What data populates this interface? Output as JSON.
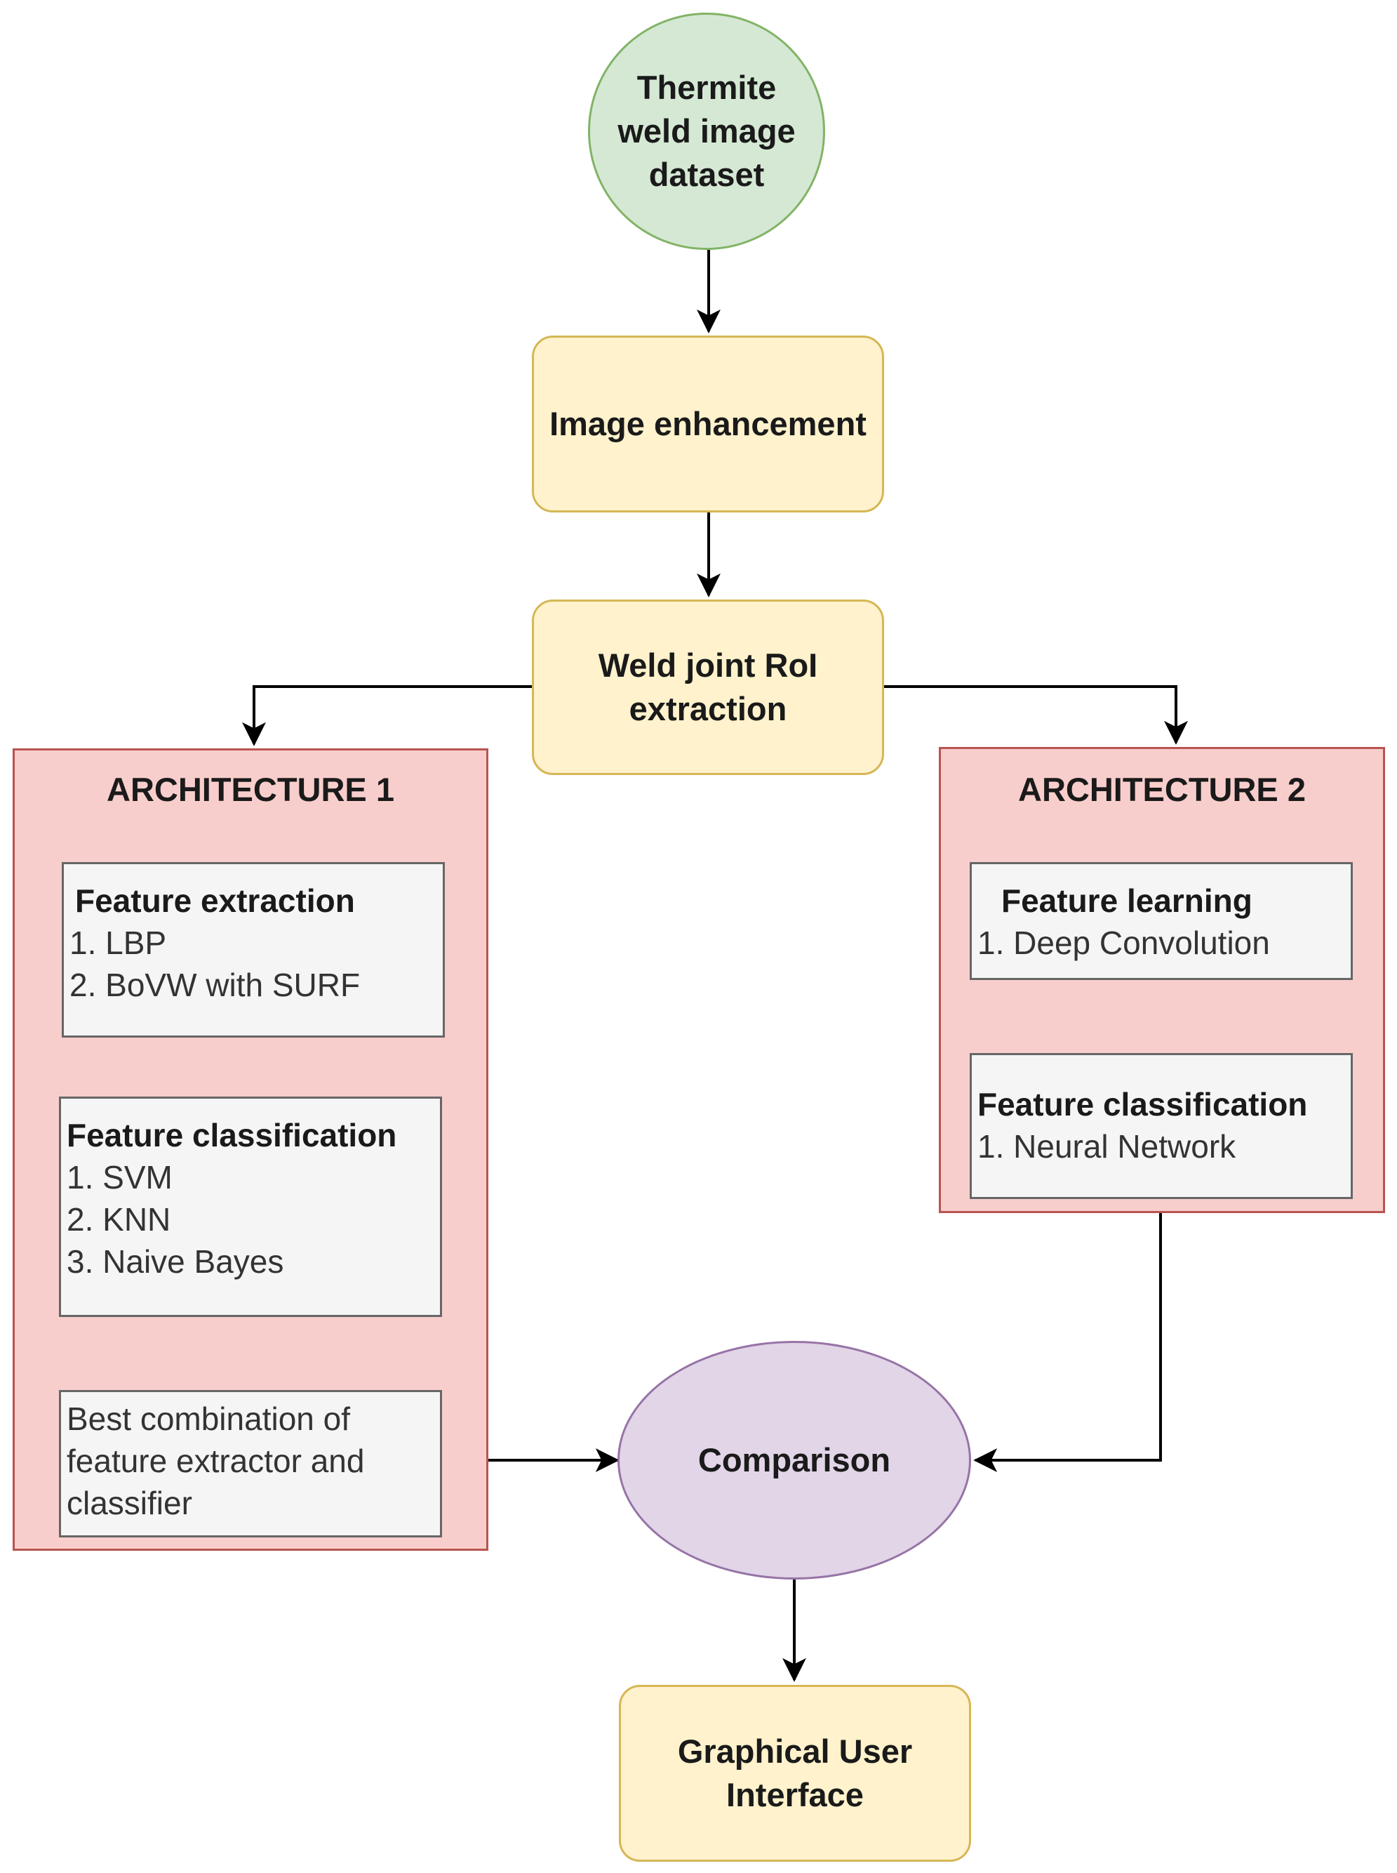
{
  "nodes": {
    "dataset": {
      "lines": [
        "Thermite",
        "weld image",
        "dataset"
      ]
    },
    "enhancement": {
      "label": "Image enhancement"
    },
    "roi": {
      "lines": [
        "Weld joint RoI",
        "extraction"
      ]
    },
    "comparison": {
      "label": "Comparison"
    },
    "gui": {
      "lines": [
        "Graphical User",
        "Interface"
      ]
    }
  },
  "architecture1": {
    "title": "ARCHITECTURE 1",
    "feature_extraction": {
      "heading": "Feature extraction",
      "items": [
        "1. LBP",
        "2. BoVW with SURF"
      ]
    },
    "feature_classification": {
      "heading": "Feature classification",
      "items": [
        "1. SVM",
        "2. KNN",
        "3. Naive Bayes"
      ]
    },
    "best_combination": {
      "lines": [
        "Best combination of",
        "feature extractor and",
        "classifier"
      ]
    }
  },
  "architecture2": {
    "title": "ARCHITECTURE 2",
    "feature_learning": {
      "heading": "Feature learning",
      "items": [
        "1. Deep Convolution"
      ]
    },
    "feature_classification": {
      "heading": "Feature classification",
      "items": [
        "1. Neural Network"
      ]
    }
  },
  "colors": {
    "start_fill": "#d5e8d4",
    "process_fill": "#fff2cc",
    "architecture_fill": "#f8cecc",
    "step_fill": "#f5f5f5",
    "comparison_fill": "#e1d5e7"
  }
}
